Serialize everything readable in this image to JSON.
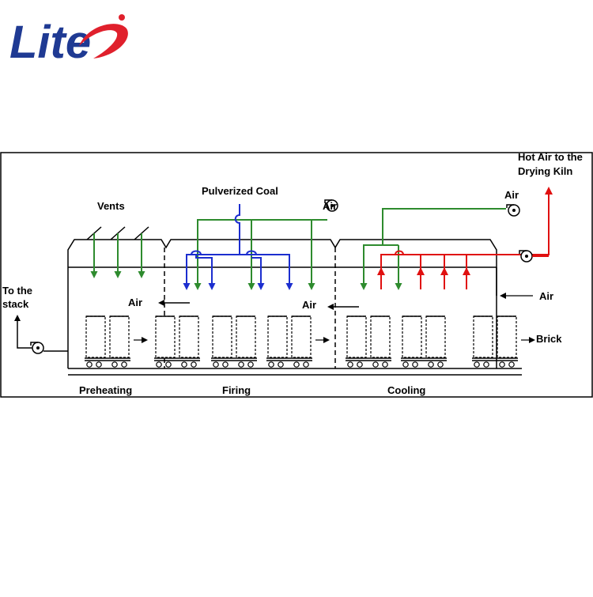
{
  "logo": {
    "text": "Lite",
    "color_text": "#1f3a93",
    "color_swoosh": "#e0202c"
  },
  "colors": {
    "outline": "#000000",
    "vent_flow": "#2e8b2e",
    "coal_flow": "#1c2ecf",
    "hot_air_flow": "#e01010",
    "air_line": "#2e8b2e"
  },
  "labels": {
    "vents": "Vents",
    "pulverized_coal": "Pulverized Coal",
    "air_top_middle": "Air",
    "air_top_right": "Air",
    "hot_air_line1": "Hot Air to the",
    "hot_air_line2": "Drying Kiln",
    "to_stack_line1": "To the",
    "to_stack_line2": "stack",
    "air_flow_left": "Air",
    "air_flow_middle": "Air",
    "air_inlet_right": "Air",
    "brick": "Brick"
  },
  "zones": {
    "preheating": "Preheating",
    "firing": "Firing",
    "cooling": "Cooling"
  },
  "icons": {
    "fan": "fan-blower-icon",
    "vent": "vent-valve-icon",
    "brick_cart": "brick-cart-icon"
  }
}
